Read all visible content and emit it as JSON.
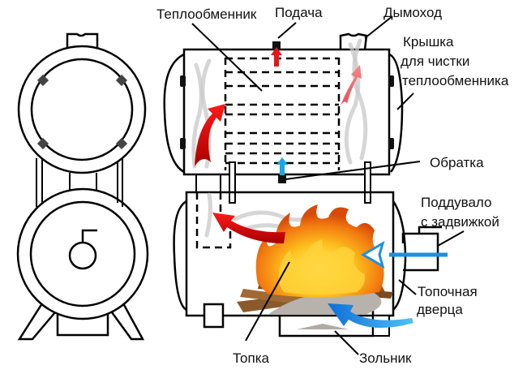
{
  "title": "Схема котла на дровах",
  "labels": {
    "heat_exchanger": "Теплообменник",
    "supply": "Подача",
    "chimney": "Дымоход",
    "cleaning_cover_line1": "Крышка",
    "cleaning_cover_line2": "для чистки",
    "cleaning_cover_line3": "теплообменника",
    "return": "Обратка",
    "blower_line1": "Поддувало",
    "blower_line2": "с задвижкой",
    "firebox_door_line1": "Топочная",
    "firebox_door_line2": "дверца",
    "firebox": "Топка",
    "ash_pan": "Зольник"
  },
  "colors": {
    "supply_arrow": "#e8141a",
    "return_arrow": "#1aa8e6",
    "hot_gas_arrow": "#cc0000",
    "air_arrow": "#1e8fe0",
    "flame_outer": "#f07a10",
    "flame_inner": "#ffd23a",
    "wood": "#8a5a2b",
    "ash": "#b0aaa4",
    "smoke": "#c8c8c8"
  }
}
